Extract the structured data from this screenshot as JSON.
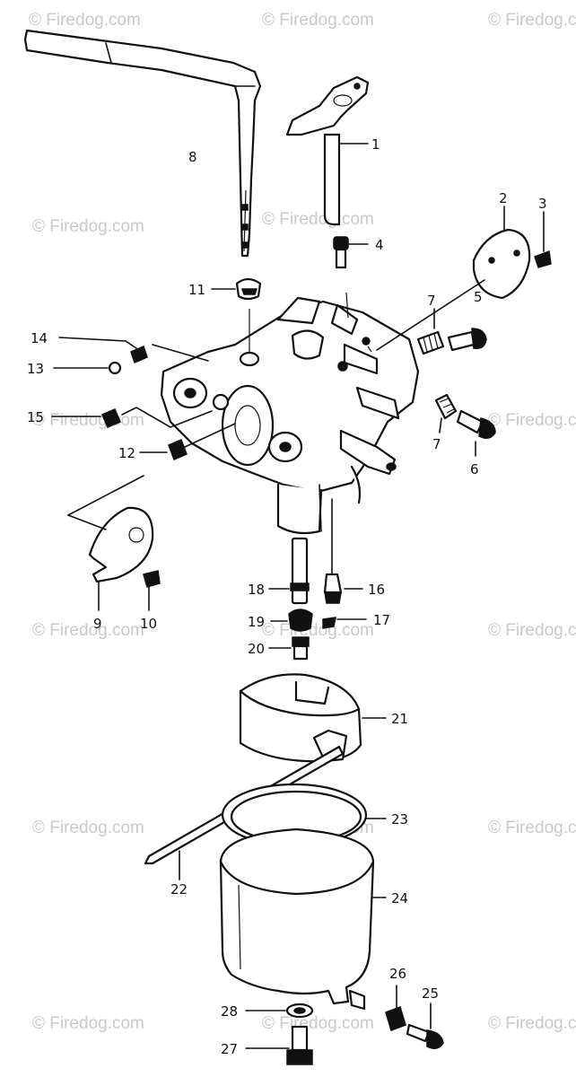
{
  "watermark": "© Firedog.com",
  "callouts": [
    {
      "id": "c1",
      "text": "1"
    },
    {
      "id": "c2",
      "text": "2"
    },
    {
      "id": "c3",
      "text": "3"
    },
    {
      "id": "c4",
      "text": "4"
    },
    {
      "id": "c5",
      "text": "5"
    },
    {
      "id": "c6",
      "text": "6"
    },
    {
      "id": "c7a",
      "text": "7"
    },
    {
      "id": "c7b",
      "text": "7"
    },
    {
      "id": "c8",
      "text": "8"
    },
    {
      "id": "c9",
      "text": "9"
    },
    {
      "id": "c10",
      "text": "10"
    },
    {
      "id": "c11",
      "text": "11"
    },
    {
      "id": "c12",
      "text": "12"
    },
    {
      "id": "c13",
      "text": "13"
    },
    {
      "id": "c14",
      "text": "14"
    },
    {
      "id": "c15",
      "text": "15"
    },
    {
      "id": "c16",
      "text": "16"
    },
    {
      "id": "c17",
      "text": "17"
    },
    {
      "id": "c18",
      "text": "18"
    },
    {
      "id": "c19",
      "text": "19"
    },
    {
      "id": "c20",
      "text": "20"
    },
    {
      "id": "c21",
      "text": "21"
    },
    {
      "id": "c22",
      "text": "22"
    },
    {
      "id": "c23",
      "text": "23"
    },
    {
      "id": "c24",
      "text": "24"
    },
    {
      "id": "c25",
      "text": "25"
    },
    {
      "id": "c26",
      "text": "26"
    },
    {
      "id": "c27",
      "text": "27"
    },
    {
      "id": "c28",
      "text": "28"
    }
  ]
}
